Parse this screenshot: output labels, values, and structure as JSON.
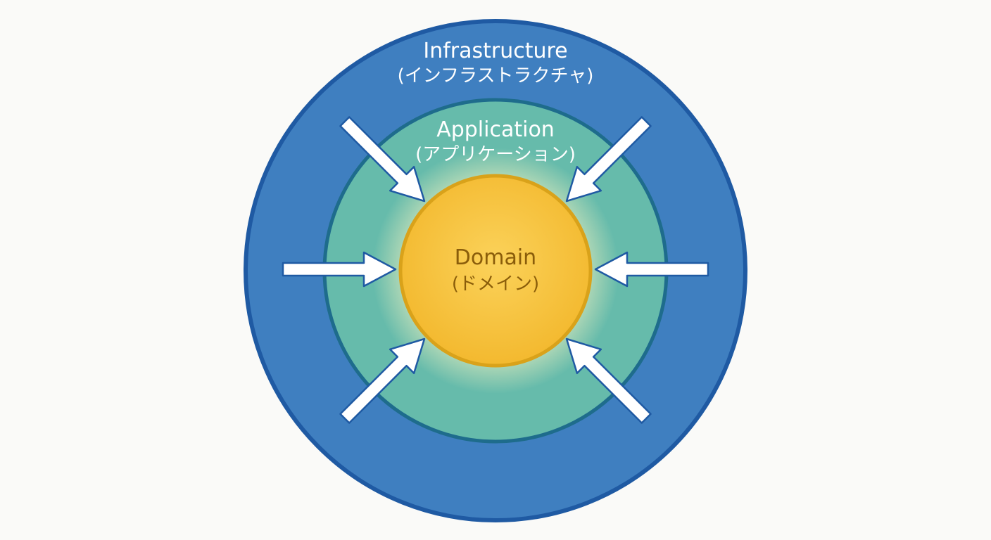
{
  "layers": {
    "infrastructure": {
      "label_en": "Infrastructure",
      "label_ja": "(インフラストラクチャ)"
    },
    "application": {
      "label_en": "Application",
      "label_ja": "(アプリケーション)"
    },
    "domain": {
      "label_en": "Domain",
      "label_ja": "(ドメイン)"
    }
  },
  "colors": {
    "infrastructure_fill": "#3f7fc0",
    "infrastructure_stroke": "#1f5aa3",
    "application_fill": "#66bbab",
    "application_stroke": "#1e6c8c",
    "domain_fill": "#f5c13b",
    "domain_stroke": "#d9a21a",
    "domain_text": "#8a5d0a",
    "outer_text": "#ffffff",
    "arrow_fill": "#ffffff",
    "arrow_stroke": "#1f5aa3"
  },
  "arrows": [
    {
      "name": "arrow-top-left",
      "icon": "arrow-diagonal-down-right-icon"
    },
    {
      "name": "arrow-top-right",
      "icon": "arrow-diagonal-down-left-icon"
    },
    {
      "name": "arrow-left",
      "icon": "arrow-right-icon"
    },
    {
      "name": "arrow-right",
      "icon": "arrow-left-icon"
    },
    {
      "name": "arrow-bottom-left",
      "icon": "arrow-diagonal-up-right-icon"
    },
    {
      "name": "arrow-bottom-right",
      "icon": "arrow-diagonal-up-left-icon"
    }
  ]
}
